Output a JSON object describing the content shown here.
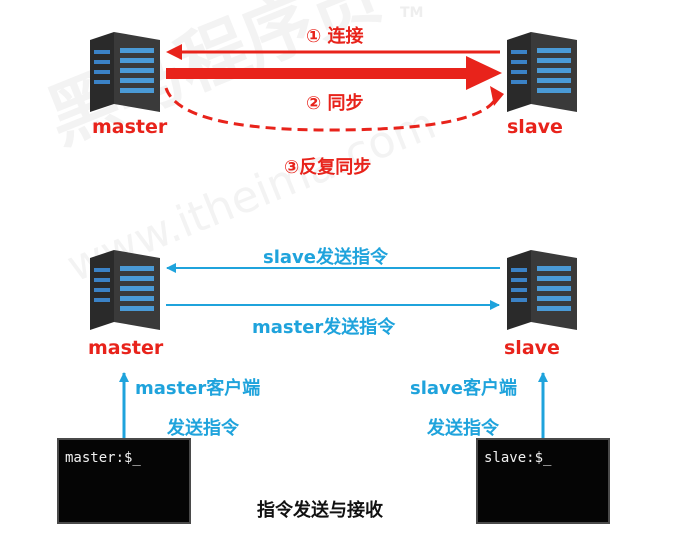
{
  "watermark": {
    "brand": "黑马程序员",
    "tm": "TM",
    "url": "www.itheima.com"
  },
  "top": {
    "master_label": "master",
    "slave_label": "slave",
    "step1": "① 连接",
    "step2": "② 同步",
    "step3": "③反复同步"
  },
  "bottom": {
    "master_label": "master",
    "slave_label": "slave",
    "slave_to_master": "slave发送指令",
    "master_to_slave": "master发送指令",
    "master_client_line1": "master客户端",
    "master_client_line2": "发送指令",
    "slave_client_line1": "slave客户端",
    "slave_client_line2": "发送指令",
    "master_terminal": "master:$_",
    "slave_terminal": "slave:$_",
    "caption": "指令发送与接收"
  },
  "colors": {
    "red": "#e8231b",
    "blue": "#1fa3dc",
    "terminal": "#050505"
  }
}
